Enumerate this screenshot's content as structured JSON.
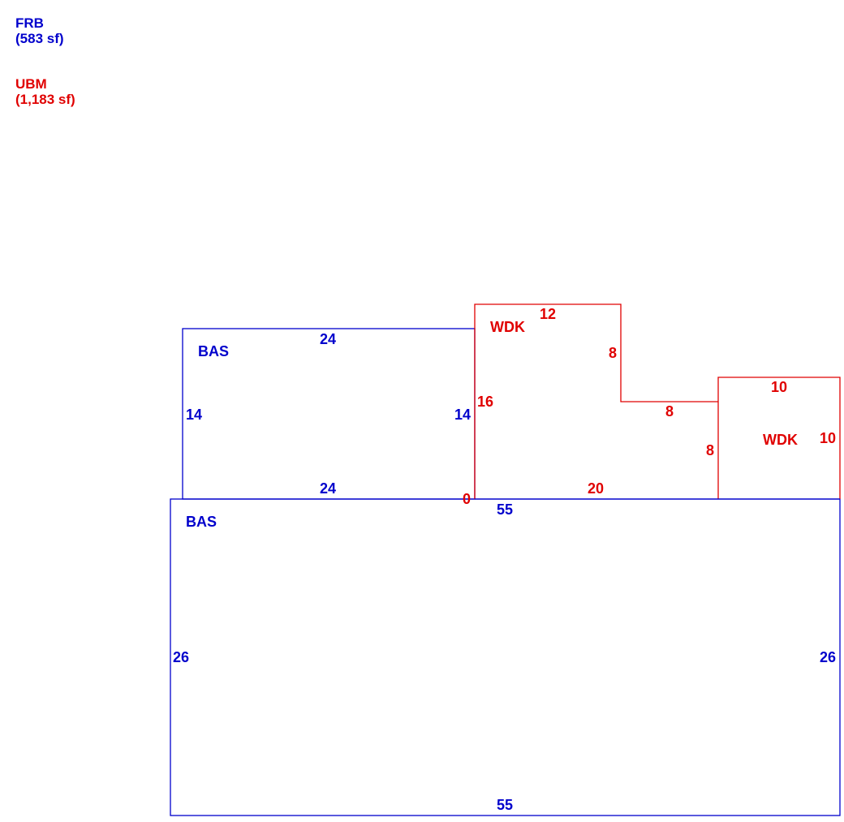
{
  "legend": {
    "frb": {
      "code": "FRB",
      "area": "(583 sf)",
      "color": "#0000cc"
    },
    "ubm": {
      "code": "UBM",
      "area": "(1,183 sf)",
      "color": "#e00000"
    }
  },
  "areas": {
    "bas_upper": {
      "label": "BAS",
      "top": "24",
      "bottom": "24",
      "left": "14",
      "right": "14"
    },
    "bas_main": {
      "label": "BAS",
      "top": "55",
      "bottom": "55",
      "left": "26",
      "right": "26"
    },
    "wdk_left": {
      "label": "WDK",
      "top": "12",
      "right_upper": "8",
      "step": "8",
      "right_lower": "8",
      "left": "16",
      "bottom": "20",
      "zero": "0"
    },
    "wdk_right": {
      "label": "WDK",
      "top": "10",
      "right": "10"
    }
  }
}
